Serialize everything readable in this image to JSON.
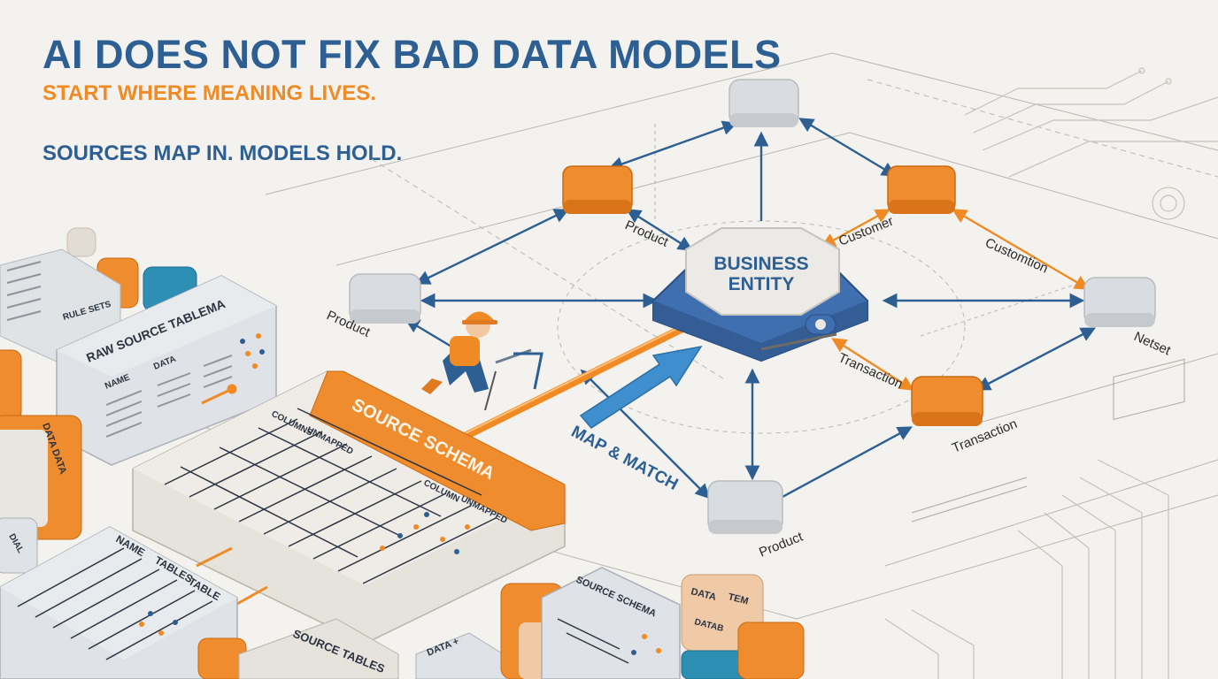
{
  "header": {
    "title": "AI DOES NOT FIX BAD DATA MODELS",
    "subtitle": "START WHERE MEANING LIVES.",
    "tagline": "SOURCES MAP IN. MODELS HOLD."
  },
  "diagram": {
    "center": {
      "line1": "BUSINESS",
      "line2": "ENTITY"
    },
    "node_labels": {
      "product_top": "Product",
      "product_left": "Product",
      "product_bottom": "Product",
      "customer": "Customer",
      "customization": "Customtion",
      "netset": "Netset",
      "transaction_edge": "Transaction",
      "transaction_node": "Transaction"
    },
    "map_label": "MAP & MATCH"
  },
  "clay": {
    "raw_source": "RAW SOURCE TABLEMA",
    "source_schema": "SOURCE SCHEMA",
    "source_schema_small": "SOURCE SCHEMA",
    "source_tables": "SOURCE TABLES",
    "data_data": "DATA DATA",
    "data_plus": "DATA +",
    "data": "DATA",
    "name": "NAME",
    "table": "TABLE",
    "tables": "TABLES",
    "column": "COLUMN",
    "columns": "COLUMNS",
    "unmapped": "UNMAPPED",
    "tem": "TEM",
    "datab": "DATAB",
    "dial": "DIAL",
    "rule_sets": "RULE SETS"
  },
  "colors": {
    "navy": "#2d5f93",
    "orange": "#f08a25",
    "entity_blue": "#3f6fae",
    "paper": "#f3f2ee"
  }
}
